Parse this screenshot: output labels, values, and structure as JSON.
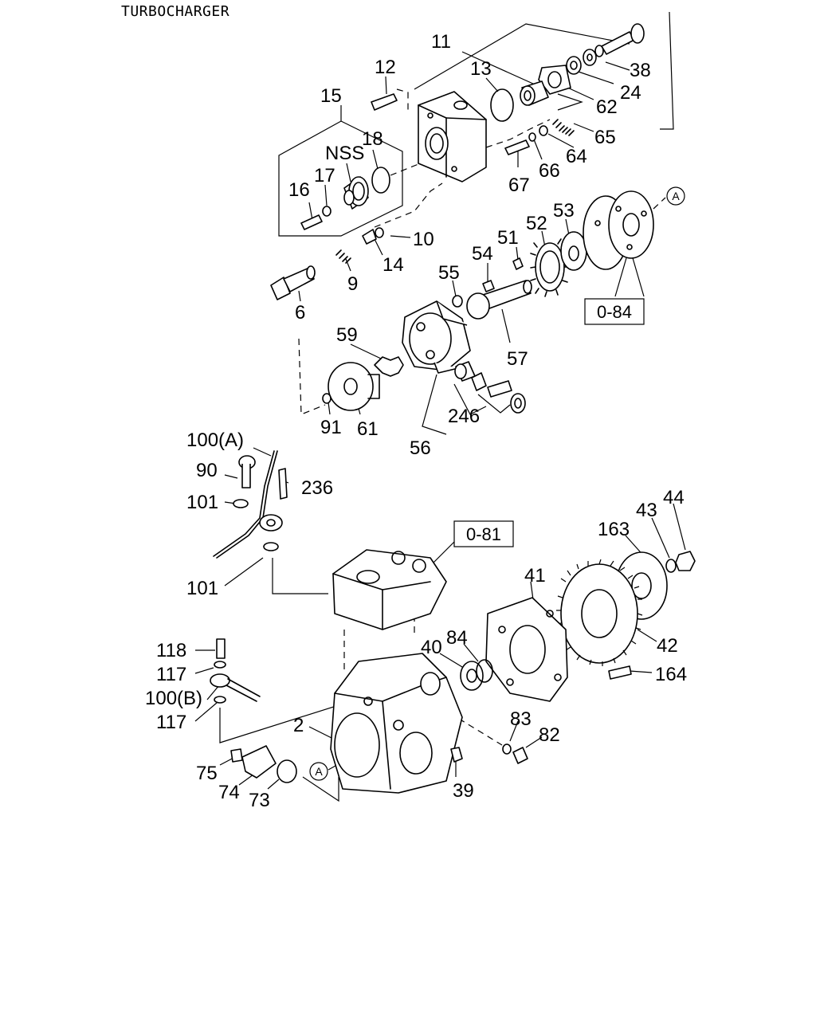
{
  "title": "TURBOCHARGER",
  "callouts": [
    {
      "id": "11",
      "text": "11"
    },
    {
      "id": "12",
      "text": "12"
    },
    {
      "id": "13",
      "text": "13"
    },
    {
      "id": "38",
      "text": "38"
    },
    {
      "id": "24",
      "text": "24"
    },
    {
      "id": "62",
      "text": "62"
    },
    {
      "id": "15",
      "text": "15"
    },
    {
      "id": "18",
      "text": "18"
    },
    {
      "id": "nss",
      "text": "NSS"
    },
    {
      "id": "65",
      "text": "65"
    },
    {
      "id": "64",
      "text": "64"
    },
    {
      "id": "66",
      "text": "66"
    },
    {
      "id": "67",
      "text": "67"
    },
    {
      "id": "17",
      "text": "17"
    },
    {
      "id": "16",
      "text": "16"
    },
    {
      "id": "10",
      "text": "10"
    },
    {
      "id": "14",
      "text": "14"
    },
    {
      "id": "9",
      "text": "9"
    },
    {
      "id": "6",
      "text": "6"
    },
    {
      "id": "52",
      "text": "52"
    },
    {
      "id": "53",
      "text": "53"
    },
    {
      "id": "51",
      "text": "51"
    },
    {
      "id": "54",
      "text": "54"
    },
    {
      "id": "55",
      "text": "55"
    },
    {
      "id": "57",
      "text": "57"
    },
    {
      "id": "59",
      "text": "59"
    },
    {
      "id": "91",
      "text": "91"
    },
    {
      "id": "61",
      "text": "61"
    },
    {
      "id": "246",
      "text": "246"
    },
    {
      "id": "56",
      "text": "56"
    },
    {
      "id": "100a",
      "text": "100(A)"
    },
    {
      "id": "90",
      "text": "90"
    },
    {
      "id": "236",
      "text": "236"
    },
    {
      "id": "101a",
      "text": "101"
    },
    {
      "id": "101b",
      "text": "101"
    },
    {
      "id": "44",
      "text": "44"
    },
    {
      "id": "43",
      "text": "43"
    },
    {
      "id": "163",
      "text": "163"
    },
    {
      "id": "41",
      "text": "41"
    },
    {
      "id": "40",
      "text": "40"
    },
    {
      "id": "84",
      "text": "84"
    },
    {
      "id": "42",
      "text": "42"
    },
    {
      "id": "164",
      "text": "164"
    },
    {
      "id": "118",
      "text": "118"
    },
    {
      "id": "117a",
      "text": "117"
    },
    {
      "id": "100b",
      "text": "100(B)"
    },
    {
      "id": "117b",
      "text": "117"
    },
    {
      "id": "2",
      "text": "2"
    },
    {
      "id": "83",
      "text": "83"
    },
    {
      "id": "82",
      "text": "82"
    },
    {
      "id": "75",
      "text": "75"
    },
    {
      "id": "74",
      "text": "74"
    },
    {
      "id": "73",
      "text": "73"
    },
    {
      "id": "39",
      "text": "39"
    }
  ],
  "reference_boxes": [
    {
      "id": "084",
      "text": "0-84"
    },
    {
      "id": "081",
      "text": "0-81"
    }
  ],
  "circle_refs": [
    {
      "id": "a1",
      "text": "A"
    },
    {
      "id": "a2",
      "text": "A"
    }
  ]
}
